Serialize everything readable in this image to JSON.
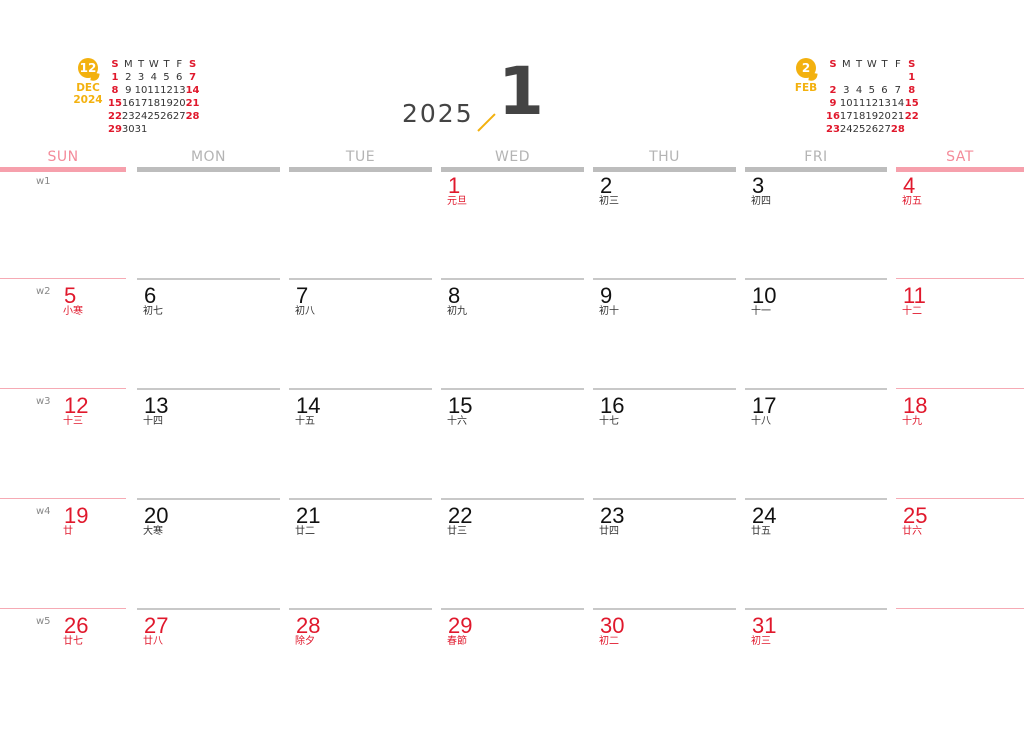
{
  "title": {
    "year": "2025",
    "month": "1"
  },
  "accent_color": "#f3b10f",
  "holiday_color": "#e0182c",
  "mini_prev": {
    "badge": "12",
    "month_name": "DEC",
    "year": "2024",
    "headers": [
      "S",
      "M",
      "T",
      "W",
      "T",
      "F",
      "S"
    ],
    "weeks": [
      [
        "1",
        "2",
        "3",
        "4",
        "5",
        "6",
        "7"
      ],
      [
        "8",
        "9",
        "10",
        "11",
        "12",
        "13",
        "14"
      ],
      [
        "15",
        "16",
        "17",
        "18",
        "19",
        "20",
        "21"
      ],
      [
        "22",
        "23",
        "24",
        "25",
        "26",
        "27",
        "28"
      ],
      [
        "29",
        "30",
        "31",
        "",
        "",
        "",
        ""
      ]
    ],
    "red_days": [
      "1",
      "7",
      "8",
      "14",
      "15",
      "21",
      "22",
      "28",
      "29"
    ]
  },
  "mini_next": {
    "badge": "2",
    "month_name": "FEB",
    "year": "",
    "headers": [
      "S",
      "M",
      "T",
      "W",
      "T",
      "F",
      "S"
    ],
    "weeks": [
      [
        "",
        "",
        "",
        "",
        "",
        "",
        "1"
      ],
      [
        "2",
        "3",
        "4",
        "5",
        "6",
        "7",
        "8"
      ],
      [
        "9",
        "10",
        "11",
        "12",
        "13",
        "14",
        "15"
      ],
      [
        "16",
        "17",
        "18",
        "19",
        "20",
        "21",
        "22"
      ],
      [
        "23",
        "24",
        "25",
        "26",
        "27",
        "28",
        ""
      ]
    ],
    "red_days": [
      "1",
      "2",
      "8",
      "9",
      "15",
      "16",
      "22",
      "23",
      "28"
    ]
  },
  "weekdays": [
    "SUN",
    "MON",
    "TUE",
    "WED",
    "THU",
    "FRI",
    "SAT"
  ],
  "weeks": [
    {
      "label": "w1",
      "days": [
        null,
        null,
        null,
        {
          "day": "1",
          "lunar": "元旦",
          "red": true
        },
        {
          "day": "2",
          "lunar": "初三",
          "red": false
        },
        {
          "day": "3",
          "lunar": "初四",
          "red": false
        },
        {
          "day": "4",
          "lunar": "初五",
          "red": true
        }
      ]
    },
    {
      "label": "w2",
      "days": [
        {
          "day": "5",
          "lunar": "小寒",
          "red": true
        },
        {
          "day": "6",
          "lunar": "初七",
          "red": false
        },
        {
          "day": "7",
          "lunar": "初八",
          "red": false
        },
        {
          "day": "8",
          "lunar": "初九",
          "red": false
        },
        {
          "day": "9",
          "lunar": "初十",
          "red": false
        },
        {
          "day": "10",
          "lunar": "十一",
          "red": false
        },
        {
          "day": "11",
          "lunar": "十二",
          "red": true
        }
      ]
    },
    {
      "label": "w3",
      "days": [
        {
          "day": "12",
          "lunar": "十三",
          "red": true
        },
        {
          "day": "13",
          "lunar": "十四",
          "red": false
        },
        {
          "day": "14",
          "lunar": "十五",
          "red": false
        },
        {
          "day": "15",
          "lunar": "十六",
          "red": false
        },
        {
          "day": "16",
          "lunar": "十七",
          "red": false
        },
        {
          "day": "17",
          "lunar": "十八",
          "red": false
        },
        {
          "day": "18",
          "lunar": "十九",
          "red": true
        }
      ]
    },
    {
      "label": "w4",
      "days": [
        {
          "day": "19",
          "lunar": "廿",
          "red": true
        },
        {
          "day": "20",
          "lunar": "大寒",
          "red": false
        },
        {
          "day": "21",
          "lunar": "廿二",
          "red": false
        },
        {
          "day": "22",
          "lunar": "廿三",
          "red": false
        },
        {
          "day": "23",
          "lunar": "廿四",
          "red": false
        },
        {
          "day": "24",
          "lunar": "廿五",
          "red": false
        },
        {
          "day": "25",
          "lunar": "廿六",
          "red": true
        }
      ]
    },
    {
      "label": "w5",
      "days": [
        {
          "day": "26",
          "lunar": "廿七",
          "red": true
        },
        {
          "day": "27",
          "lunar": "廿八",
          "red": true
        },
        {
          "day": "28",
          "lunar": "除夕",
          "red": true
        },
        {
          "day": "29",
          "lunar": "春節",
          "red": true
        },
        {
          "day": "30",
          "lunar": "初二",
          "red": true
        },
        {
          "day": "31",
          "lunar": "初三",
          "red": true
        },
        null
      ]
    }
  ]
}
